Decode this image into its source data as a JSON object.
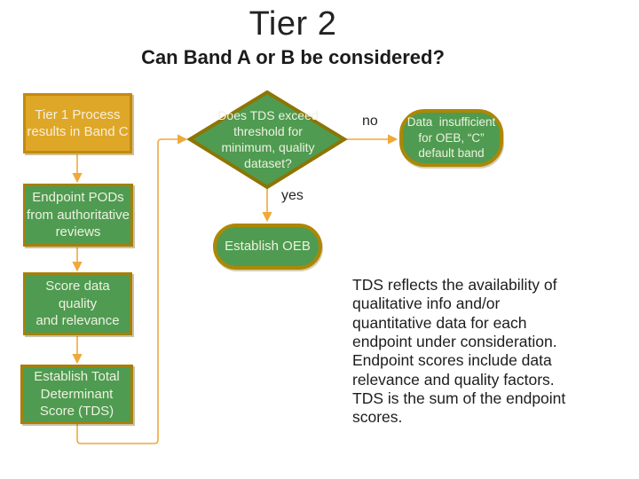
{
  "slide": {
    "title": "Tier 2",
    "subtitle": "Can Band A or B be considered?"
  },
  "flowchart": {
    "left_column": [
      {
        "label": "Tier 1 Process\nresults in Band C"
      },
      {
        "label": "Endpoint PODs\nfrom authoritative\nreviews"
      },
      {
        "label": "Score data quality\nand relevance"
      },
      {
        "label": "Establish Total\nDeterminant\nScore (TDS)"
      }
    ],
    "decision": {
      "label": "Does TDS exceed\nthreshold for\nminimum, quality\ndataset?"
    },
    "no_label": "no",
    "yes_label": "yes",
    "no_result": {
      "label": "Data  insufficient\nfor OEB, “C”\ndefault band"
    },
    "yes_result": {
      "label": "Establish OEB"
    }
  },
  "note": "TDS reflects the availability of qualitative info and/or quantitative data for each endpoint under consideration.  Endpoint scores include data relevance and quality factors.  TDS is the sum of the endpoint scores.",
  "colors": {
    "gold_fill": "#DFA727",
    "gold_border": "#C28A10",
    "green_fill": "#4F9B51",
    "green_border": "#A5800B",
    "diamond_border": "#8D7504",
    "rounded_border": "#AD8704",
    "connector": "#EFA93B"
  }
}
